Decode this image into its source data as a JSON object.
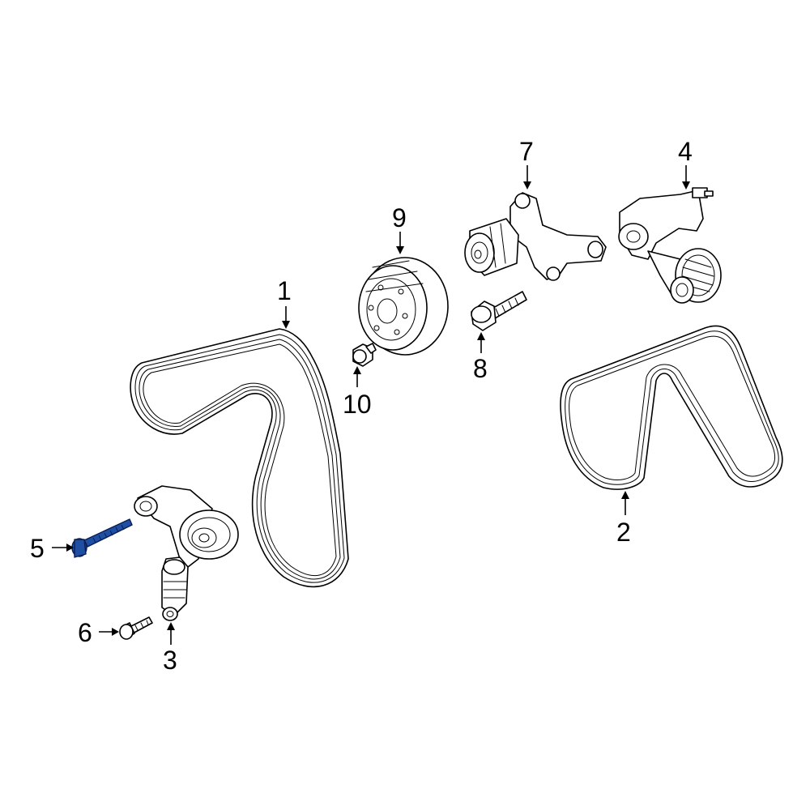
{
  "callouts": {
    "c1": "1",
    "c2": "2",
    "c3": "3",
    "c4": "4",
    "c5": "5",
    "c6": "6",
    "c7": "7",
    "c8": "8",
    "c9": "9",
    "c10": "10"
  },
  "colors": {
    "highlight": "#1f4fa3",
    "line": "#000000",
    "background": "#ffffff"
  }
}
